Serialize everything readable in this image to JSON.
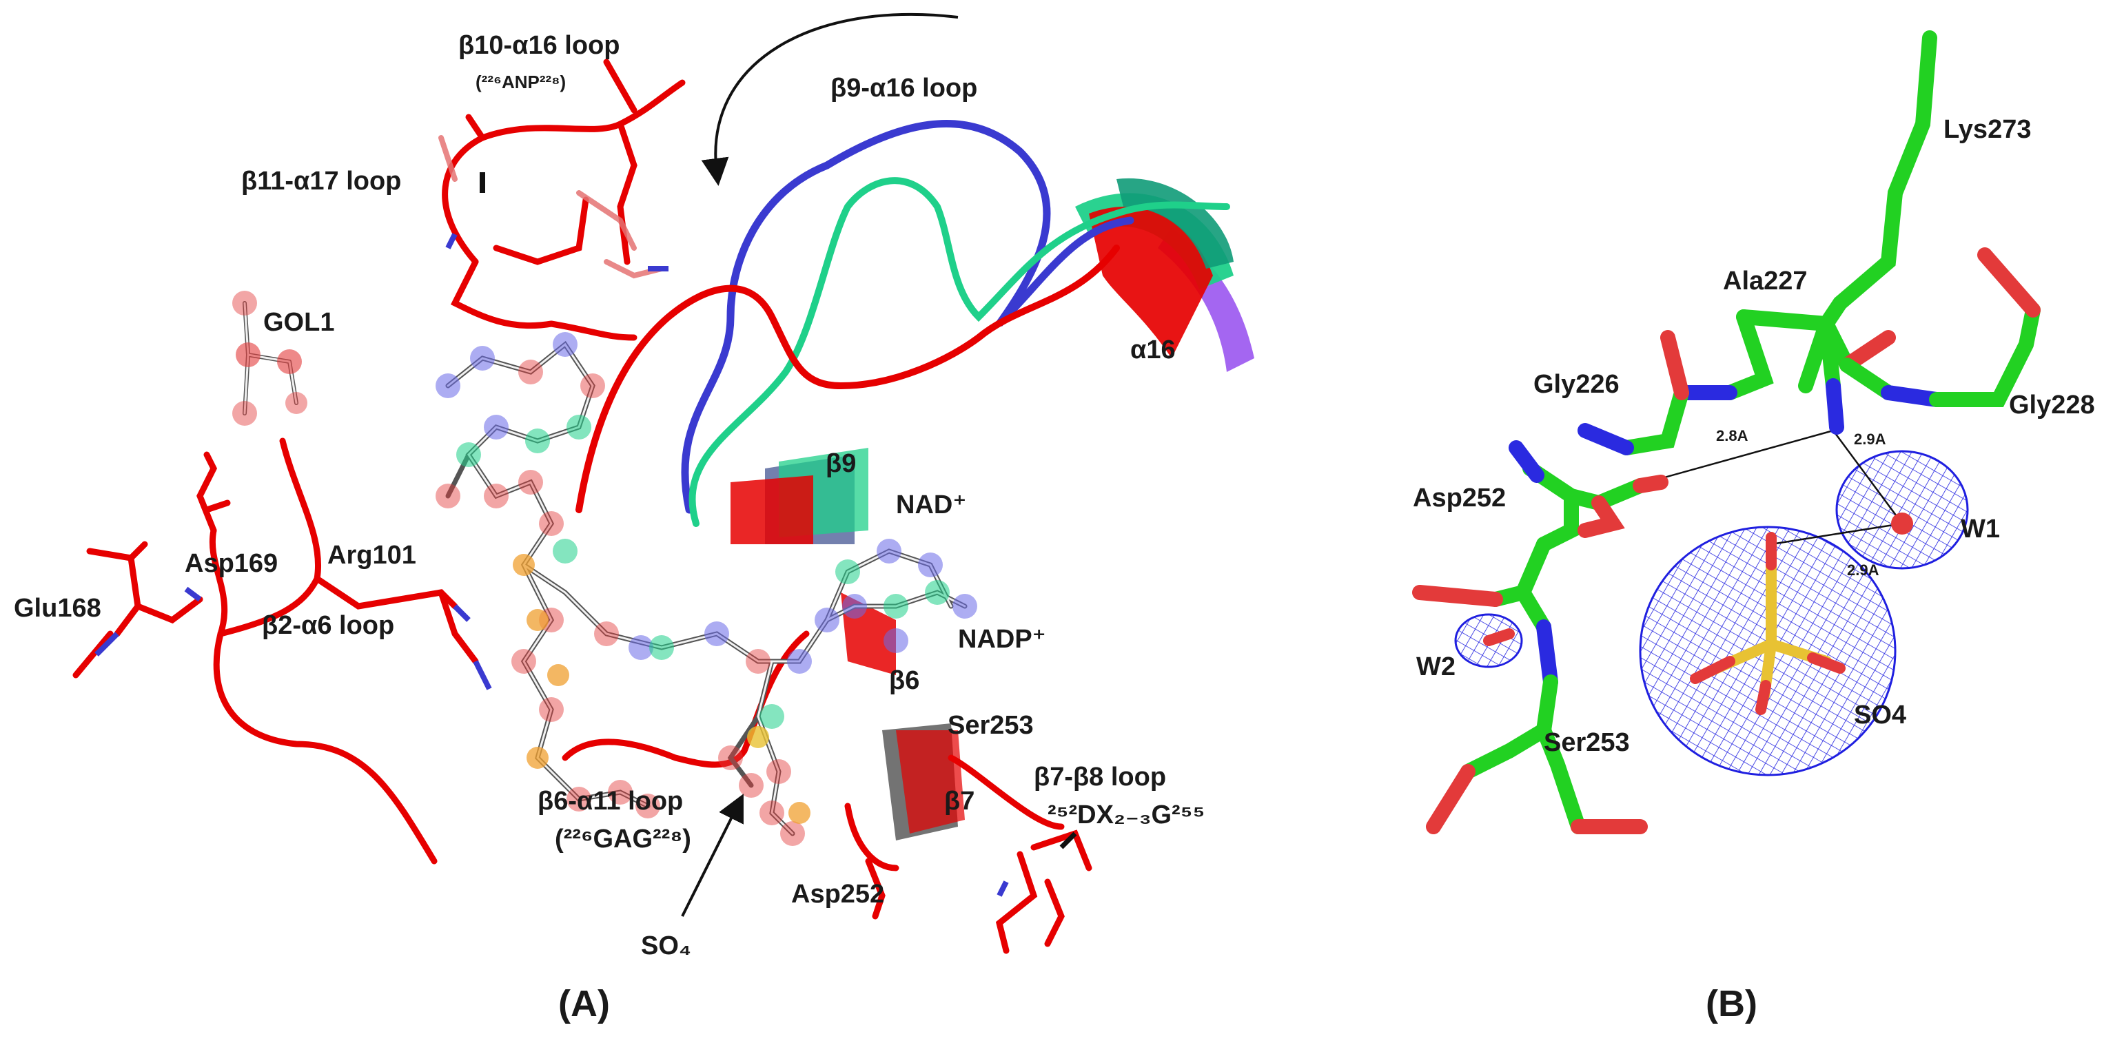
{
  "panel_a": {
    "panel_label": "(A)",
    "labels": {
      "b10_a16_loop": "β10-α16 loop",
      "b10_a16_loop_motif": "(²²⁶ANP²²⁸)",
      "b9_a16_loop": "β9-α16 loop",
      "b11_a17_loop": "β11-α17 loop",
      "gol1": "GOL1",
      "alpha16": "α16",
      "beta9": "β9",
      "nad": "NAD⁺",
      "nadp": "NADP⁺",
      "beta6": "β6",
      "asp169": "Asp169",
      "arg101": "Arg101",
      "glu168": "Glu168",
      "b2_a6_loop": "β2-α6 loop",
      "ser253": "Ser253",
      "beta7": "β7",
      "b7_b8_loop": "β7-β8 loop",
      "b7_b8_loop_motif": "²⁵²DX₂₋₃G²⁵⁵",
      "b6_a11_loop": "β6-α11 loop",
      "b6_a11_loop_motif": "(²²⁶GAG²²⁸)",
      "asp252": "Asp252",
      "so4": "SO₄"
    }
  },
  "panel_b": {
    "panel_label": "(B)",
    "labels": {
      "lys273": "Lys273",
      "ala227": "Ala227",
      "gly226": "Gly226",
      "gly228": "Gly228",
      "asp252": "Asp252",
      "w1": "W1",
      "w2": "W2",
      "ser253": "Ser253",
      "so4": "SO4"
    },
    "distances": {
      "d1": "2.8A",
      "d2": "2.9A",
      "d3": "2.9A"
    }
  },
  "colors": {
    "red_chain": "#e60000",
    "blue_chain": "#3a3ad0",
    "teal_chain": "#1fd08a",
    "purple_helix": "#9a55f0",
    "carbon_green": "#22d122",
    "oxygen_red": "#e33a3a",
    "nitrogen_blue": "#2a2ae0",
    "sulfur_yellow": "#e8c233",
    "mesh_blue": "#1f1fe0",
    "ligand_white": "#f2f2f2"
  }
}
